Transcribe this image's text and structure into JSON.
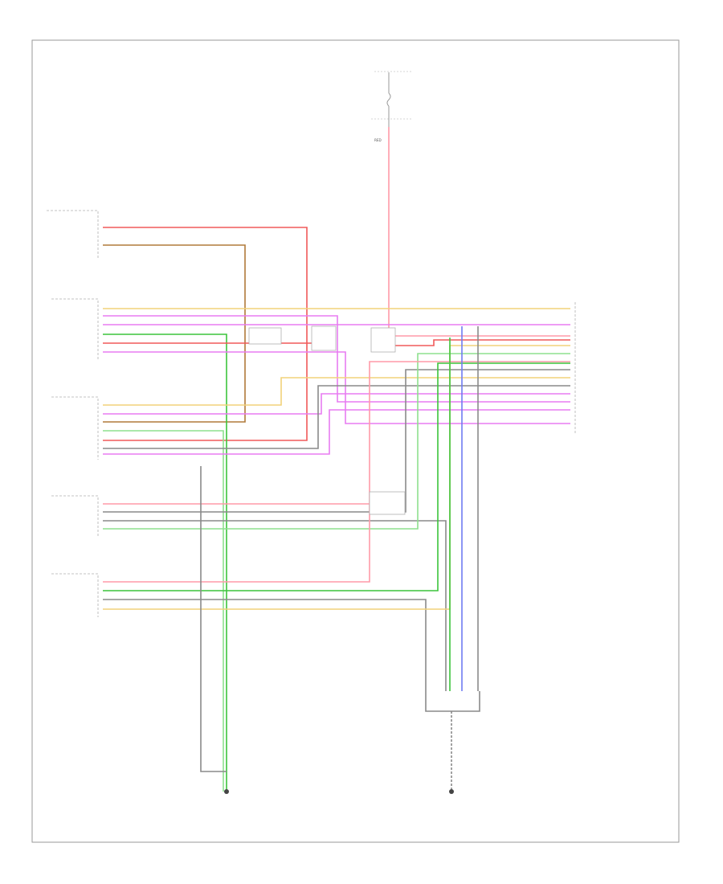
{
  "diagram": {
    "footer_code": "",
    "fuse_block": {
      "title": "",
      "fuse_labels": [
        "",
        "",
        ""
      ],
      "side_note": [
        "",
        "",
        "",
        ""
      ],
      "wire_label": "RED"
    },
    "left_components": [
      {
        "id": "lumbar",
        "caption": [
          "",
          ""
        ],
        "pins": [
          "",
          ""
        ]
      },
      {
        "id": "driver-heater",
        "caption": [
          "",
          ""
        ],
        "pins": [
          "",
          "",
          "",
          "",
          "",
          ""
        ]
      },
      {
        "id": "passenger-heater",
        "caption": [
          "",
          ""
        ],
        "pins": [
          "",
          "",
          "",
          "",
          "",
          ""
        ]
      },
      {
        "id": "driver-cushion",
        "caption": [
          "",
          ""
        ],
        "pins": [
          "",
          "",
          "",
          ""
        ]
      },
      {
        "id": "passenger-cushion",
        "caption": [
          "",
          ""
        ],
        "pins": [
          "",
          "",
          "",
          ""
        ]
      }
    ],
    "module": {
      "caption": [
        "",
        "",
        "",
        "",
        "",
        ""
      ],
      "pins": [
        "",
        "",
        "",
        "",
        "",
        "",
        "",
        "",
        "",
        "",
        "",
        "",
        "",
        "",
        "",
        ""
      ]
    },
    "grounds": {
      "left": {
        "caption": [
          "",
          "",
          ""
        ],
        "wire_labels": [
          "",
          ""
        ]
      },
      "right": {
        "caption": [
          "",
          ""
        ],
        "wire_labels": [
          "",
          "",
          ""
        ]
      }
    },
    "colors": {
      "red": "#f05a5a",
      "pink": "#ff9aa8",
      "orange_tan": "#ffb36b",
      "yellow_tan": "#f2d27a",
      "violet": "#e87cf2",
      "brown": "#b07a3a",
      "green": "#3cc43c",
      "light_green": "#8ee08e",
      "gray": "#8a8a8a",
      "blue": "#6f7cf2",
      "frame": "#9a9a9a"
    }
  }
}
